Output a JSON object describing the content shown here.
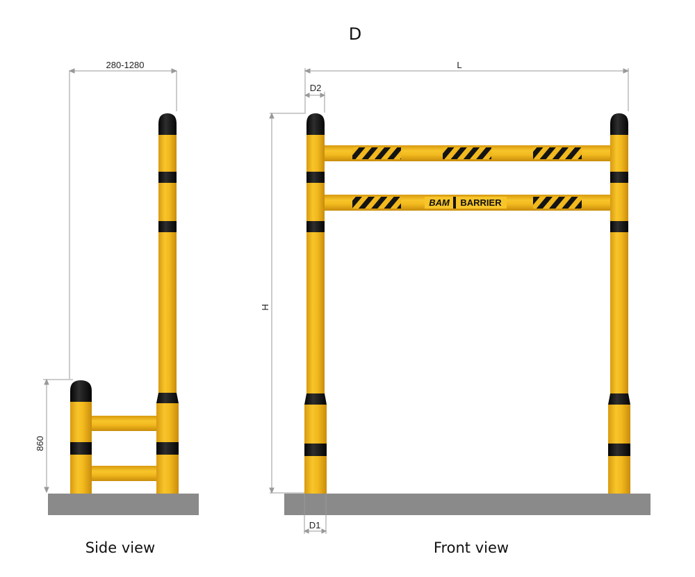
{
  "drawing": {
    "title": "D",
    "side_view": {
      "label": "Side view",
      "width_range": "280-1280",
      "height": "860"
    },
    "front_view": {
      "label": "Front view",
      "length": "L",
      "height": "H",
      "post_diameter": "D1",
      "top_diameter": "D2"
    },
    "logo": {
      "part1": "BAM",
      "part2": "BARRIER"
    }
  },
  "colors": {
    "yellow": "#f2b91e",
    "black": "#141414",
    "floor": "#8a8a8a",
    "dimension_line": "#999999"
  }
}
